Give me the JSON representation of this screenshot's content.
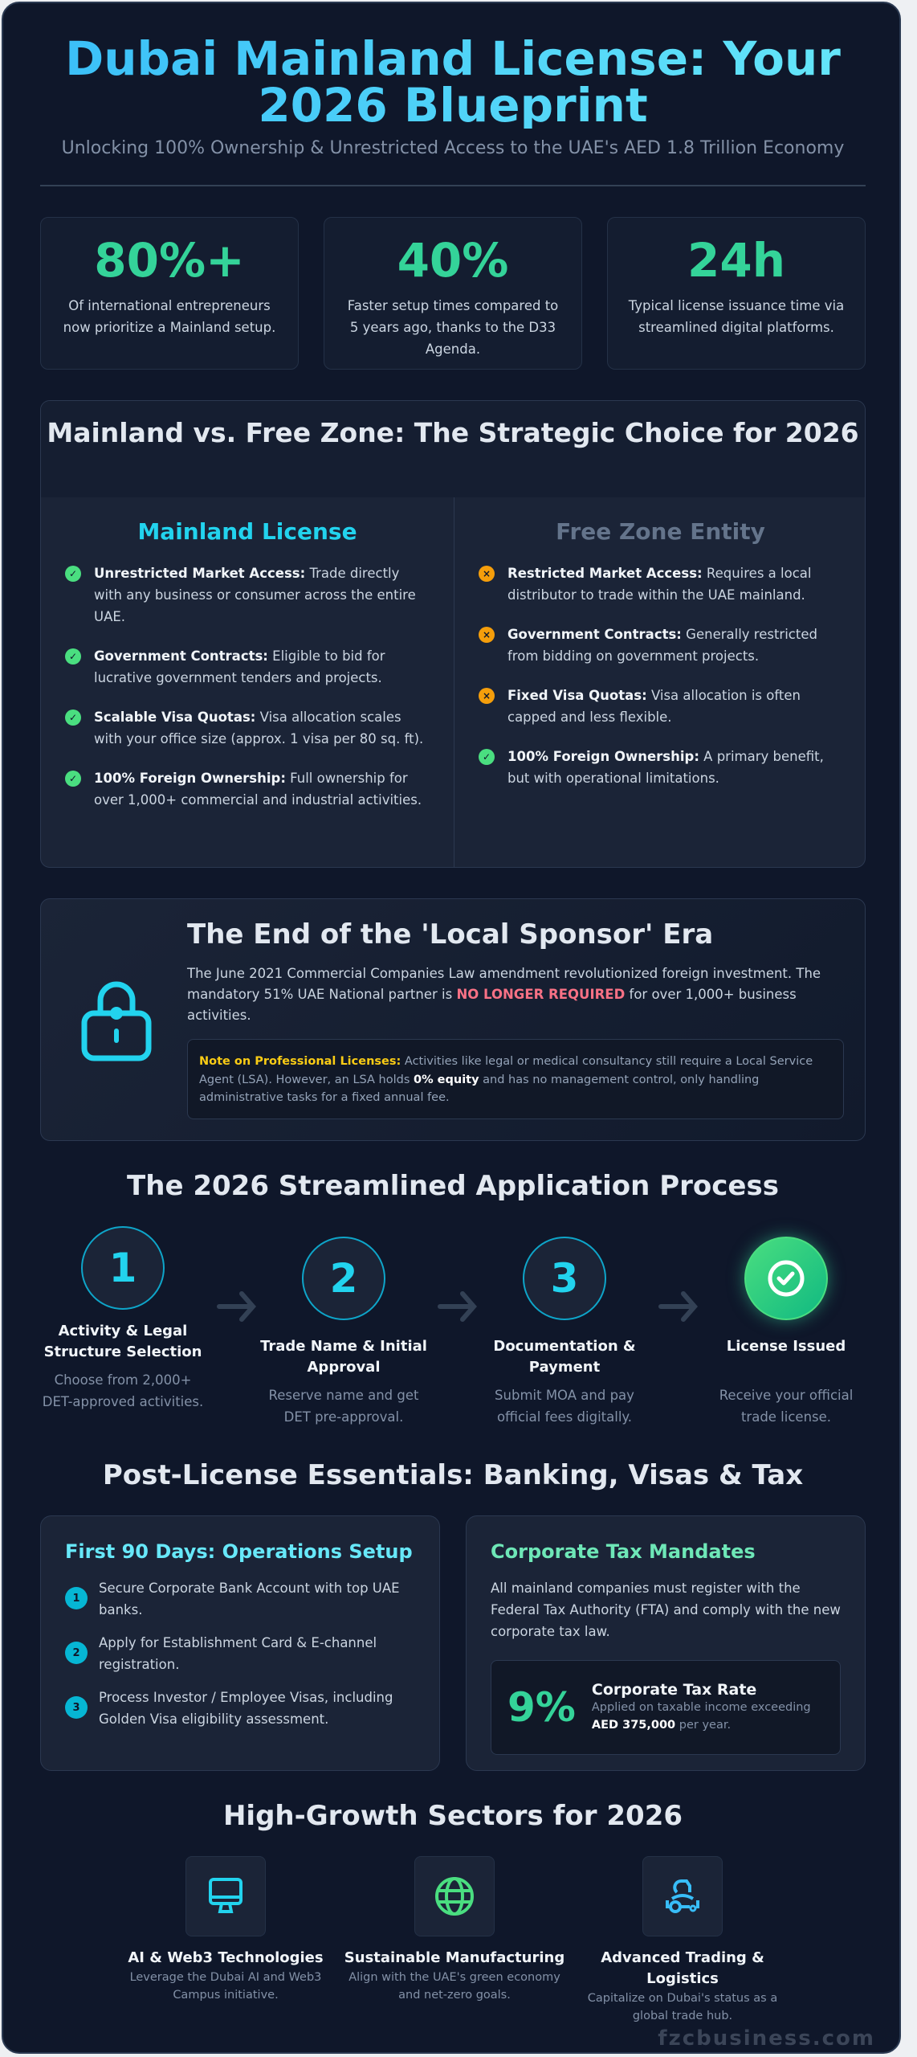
{
  "header": {
    "title": "Dubai Mainland License: Your 2026 Blueprint",
    "subtitle": "Unlocking 100% Ownership & Unrestricted Access to the UAE's AED 1.8 Trillion Economy"
  },
  "stats": [
    {
      "value": "80%+",
      "desc": "Of international entrepreneurs now prioritize a Mainland setup."
    },
    {
      "value": "40%",
      "desc": "Faster setup times compared to 5 years ago, thanks to the D33 Agenda."
    },
    {
      "value": "24h",
      "desc": "Typical license issuance time via streamlined digital platforms."
    }
  ],
  "comparison": {
    "title": "Mainland vs. Free Zone: The Strategic Choice for 2026",
    "mainland": {
      "title": "Mainland License",
      "items": [
        {
          "icon": "check",
          "label": "Unrestricted Market Access:",
          "text": "Trade directly with any business or consumer across the entire UAE."
        },
        {
          "icon": "check",
          "label": "Government Contracts:",
          "text": "Eligible to bid for lucrative government tenders and projects."
        },
        {
          "icon": "check",
          "label": "Scalable Visa Quotas:",
          "text": "Visa allocation scales with your office size (approx. 1 visa per 80 sq. ft)."
        },
        {
          "icon": "check",
          "label": "100% Foreign Ownership:",
          "text": "Full ownership for over 1,000+ commercial and industrial activities."
        }
      ]
    },
    "freezone": {
      "title": "Free Zone Entity",
      "items": [
        {
          "icon": "x",
          "label": "Restricted Market Access:",
          "text": "Requires a local distributor to trade within the UAE mainland."
        },
        {
          "icon": "x",
          "label": "Government Contracts:",
          "text": "Generally restricted from bidding on government projects."
        },
        {
          "icon": "x",
          "label": "Fixed Visa Quotas:",
          "text": "Visa allocation is often capped and less flexible."
        },
        {
          "icon": "check",
          "label": "100% Foreign Ownership:",
          "text": "A primary benefit, but with operational limitations."
        }
      ]
    }
  },
  "sponsor": {
    "title": "The End of the 'Local Sponsor' Era",
    "text_before": "The June 2021 Commercial Companies Law amendment revolutionized foreign investment. The mandatory 51% UAE National partner is ",
    "highlight": "NO LONGER REQUIRED",
    "text_after": " for over 1,000+ business activities.",
    "note_label": "Note on Professional Licenses:",
    "note_before": " Activities like legal or medical consultancy still require a Local Service Agent (LSA). However, an LSA holds ",
    "note_bold": "0% equity",
    "note_after": " and has no management control, only handling administrative tasks for a fixed annual fee."
  },
  "process": {
    "title": "The 2026 Streamlined Application Process",
    "steps": [
      {
        "num": "1",
        "title": "Activity & Legal Structure Selection",
        "desc": "Choose from 2,000+ DET-approved activities."
      },
      {
        "num": "2",
        "title": "Trade Name & Initial Approval",
        "desc": "Reserve name and get DET pre-approval."
      },
      {
        "num": "3",
        "title": "Documentation & Payment",
        "desc": "Submit MOA and pay official fees digitally."
      },
      {
        "num": "",
        "title": "License Issued",
        "desc": "Receive your official trade license."
      }
    ]
  },
  "post": {
    "title": "Post-License Essentials: Banking, Visas & Tax",
    "ops": {
      "title": "First 90 Days: Operations Setup",
      "items": [
        "Secure Corporate Bank Account with top UAE banks.",
        "Apply for Establishment Card & E-channel registration.",
        "Process Investor / Employee Visas, including Golden Visa eligibility assessment."
      ]
    },
    "tax": {
      "title": "Corporate Tax Mandates",
      "text": "All mainland companies must register with the Federal Tax Authority (FTA) and comply with the new corporate tax law.",
      "rate": "9%",
      "rate_title": "Corporate Tax Rate",
      "rate_desc": "Applied on taxable income exceeding ",
      "rate_bold": "AED 375,000",
      "rate_after": " per year."
    }
  },
  "sectors": {
    "title": "High-Growth Sectors for 2026",
    "items": [
      {
        "icon": "monitor",
        "title": "AI & Web3 Technologies",
        "desc": "Leverage the Dubai AI and Web3 Campus initiative."
      },
      {
        "icon": "globe",
        "title": "Sustainable Manufacturing",
        "desc": "Align with the UAE's green economy and net-zero goals."
      },
      {
        "icon": "logistics",
        "title": "Advanced Trading & Logistics",
        "desc": "Capitalize on Dubai's status as a global trade hub."
      }
    ]
  },
  "watermark": "fzcbusiness.com",
  "colors": {
    "background": "#0f172a",
    "accent_cyan": "#22d3ee",
    "accent_green": "#34d399",
    "warning": "#f59e0b",
    "alert": "#f87185"
  }
}
